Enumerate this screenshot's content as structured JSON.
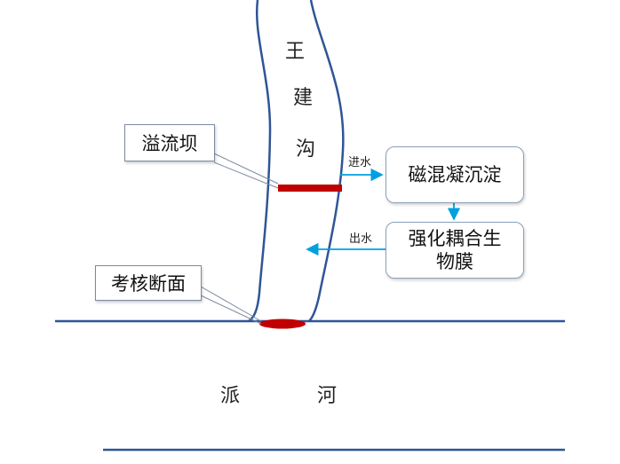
{
  "stream": {
    "chars": [
      "王",
      "建",
      "沟"
    ]
  },
  "river": {
    "chars": [
      "派",
      "河"
    ]
  },
  "callouts": {
    "weir": "溢流坝",
    "section": "考核断面"
  },
  "process": {
    "box1": "磁混凝沉淀",
    "box2_line1": "强化耦合生",
    "box2_line2": "物膜",
    "inflow_label": "进水",
    "outflow_label": "出水"
  },
  "colors": {
    "line": "#2f5597",
    "arrow": "#00a0e0",
    "weir": "#c00000"
  }
}
